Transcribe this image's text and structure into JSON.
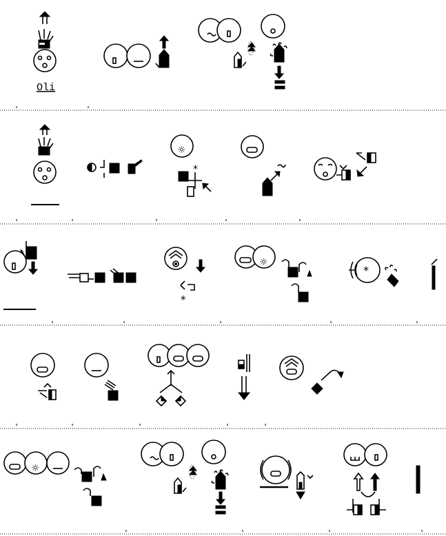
{
  "document": {
    "type": "SignWriting sign column listing",
    "rows": 5,
    "glosses": {
      "sign_1_1": "Oli"
    },
    "colors": {
      "ink": "#000000",
      "background": "#ffffff"
    }
  }
}
